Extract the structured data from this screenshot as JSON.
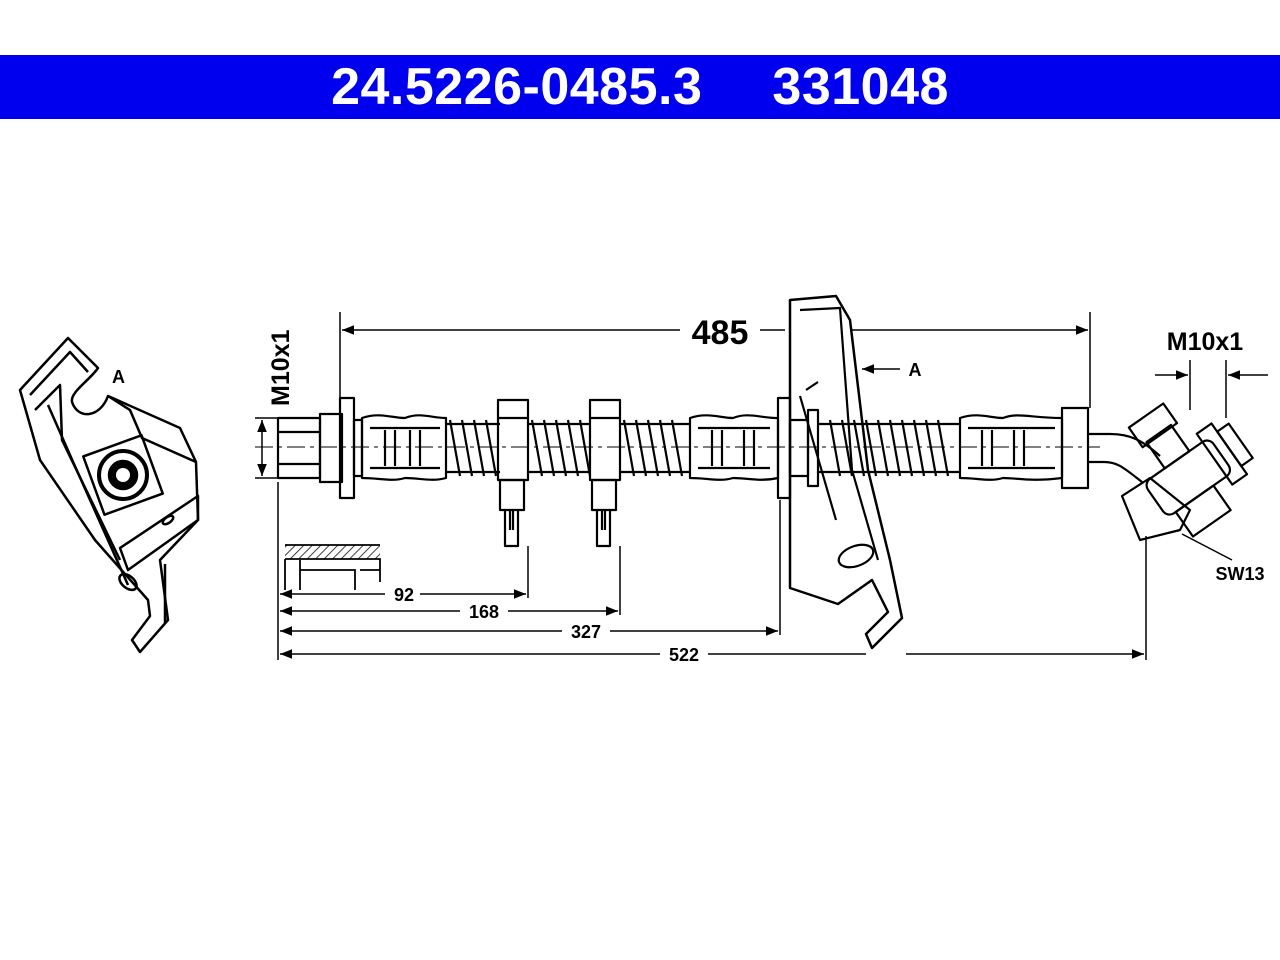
{
  "header": {
    "part_number": "24.5226-0485.3",
    "ref_number": "331048",
    "bg_color": "#0000ee",
    "text_color": "#ffffff"
  },
  "labels": {
    "detail_a": "A",
    "view_a": "A",
    "thread_left": "M10x1",
    "thread_right": "M10x1",
    "wrench_size": "SW13"
  },
  "dimensions": {
    "overall_length": "485",
    "d1": "92",
    "d2": "168",
    "d3": "327",
    "d4": "522"
  }
}
